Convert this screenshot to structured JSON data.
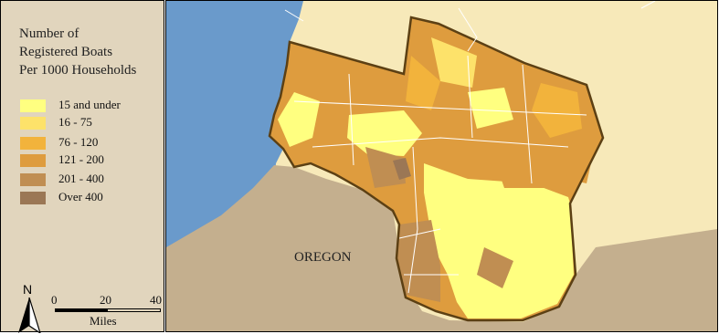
{
  "legend": {
    "title": [
      "Number of",
      "Registered Boats",
      "Per 1000 Households"
    ],
    "classes": [
      {
        "label": "15 and under",
        "color": "#ffff80"
      },
      {
        "label": "16 - 75",
        "color": "#fde26a"
      },
      {
        "label": "76 - 120",
        "color": "#f2b33c"
      },
      {
        "label": "121 - 200",
        "color": "#de9c3e"
      },
      {
        "label": "201 - 400",
        "color": "#c08e52"
      },
      {
        "label": "Over 400",
        "color": "#9b7755"
      }
    ]
  },
  "scale_bar": {
    "ticks": [
      "0",
      "20",
      "40"
    ],
    "unit": "Miles"
  },
  "north_arrow": {
    "label": "N"
  },
  "map": {
    "state_label": "OREGON",
    "colors": {
      "ocean": "#6a9acb",
      "land_outside": "#f7e9b9",
      "oregon": "#c4af8e",
      "outline": "#5c4014",
      "boundary": "#ffffff"
    }
  }
}
